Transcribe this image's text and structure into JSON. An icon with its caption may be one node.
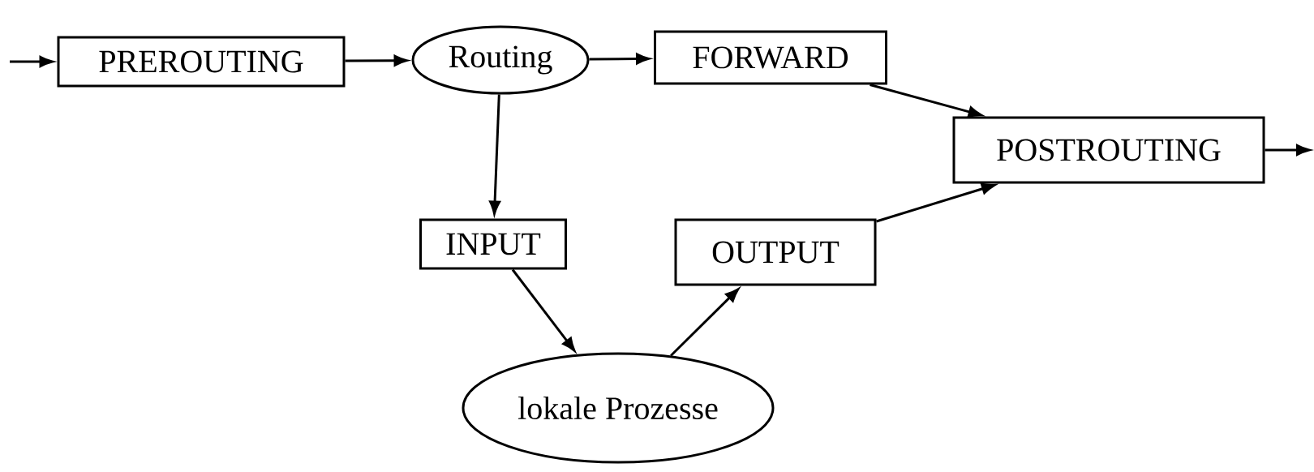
{
  "diagram": {
    "nodes": [
      {
        "text": [
          "PREROUTING"
        ]
      },
      {
        "text": [
          "Routing"
        ]
      },
      {
        "text": [
          "FORWARD"
        ]
      },
      {
        "text": [
          "POSTROUTING"
        ]
      },
      {
        "text": [
          "INPUT"
        ]
      },
      {
        "text": [
          "OUTPUT"
        ]
      },
      {
        "text": [
          "lokale Prozesse"
        ]
      }
    ],
    "edges": [
      {
        "from": null,
        "to": 0,
        "arrow": "to"
      },
      {
        "from": 0,
        "to": 1,
        "arrow": "to"
      },
      {
        "from": 1,
        "to": 2,
        "arrow": "to"
      },
      {
        "from": 2,
        "to": 3,
        "arrow": "to"
      },
      {
        "from": 1,
        "to": 4,
        "arrow": "to"
      },
      {
        "from": 4,
        "to": 6,
        "arrow": "to"
      },
      {
        "from": 6,
        "to": 5,
        "arrow": "to"
      },
      {
        "from": 5,
        "to": 3,
        "arrow": "to"
      },
      {
        "from": 3,
        "to": null,
        "arrow": "to"
      }
    ]
  }
}
